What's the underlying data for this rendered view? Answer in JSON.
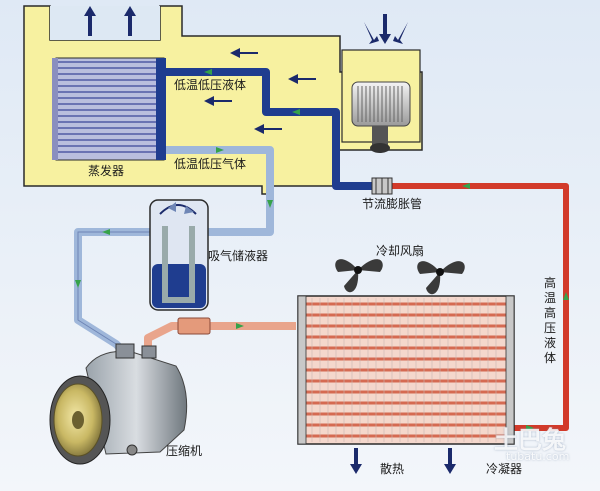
{
  "labels": {
    "evaporator": "蒸发器",
    "low_temp_low_pressure_liquid": "低温低压液体",
    "low_temp_low_pressure_gas": "低温低压气体",
    "throttle_expansion_valve": "节流膨胀管",
    "suction_accumulator": "吸气储液器",
    "cooling_fan": "冷却风扇",
    "high_temp_high_pressure_liquid": "高温高压液体",
    "compressor": "压缩机",
    "heat_dissipation": "散热",
    "condenser": "冷凝器"
  },
  "watermark": {
    "logo": "土巴兔",
    "url": "tubatu.com"
  },
  "colors": {
    "cabin_yellow": "#f7f1a0",
    "cold_line_dark": "#1f3d8f",
    "cold_line_light": "#9fb7da",
    "hot_line": "#d23a2a",
    "hot_line_light": "#e9a58c",
    "flow_arrow": "#36a24a",
    "air_arrow": "#1b2a6b"
  }
}
